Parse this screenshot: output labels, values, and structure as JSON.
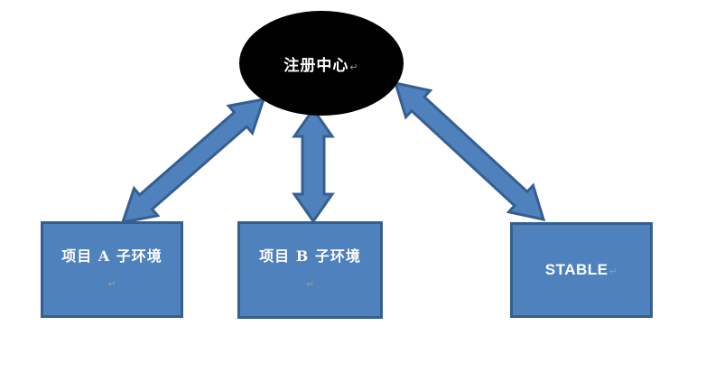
{
  "diagram": {
    "center": {
      "label": "注册中心",
      "return_mark": "↵"
    },
    "nodes": [
      {
        "id": "project-a-env",
        "label": "项目 A 子环境",
        "return_mark": "↵"
      },
      {
        "id": "project-b-env",
        "label": "项目 B 子环境",
        "return_mark": "↵"
      },
      {
        "id": "stable-env",
        "label": "STABLE",
        "return_mark": "↵"
      }
    ],
    "connections": [
      {
        "from": "registry-center",
        "to": "project-a-env",
        "type": "bidirectional-arrow"
      },
      {
        "from": "registry-center",
        "to": "project-b-env",
        "type": "bidirectional-arrow"
      },
      {
        "from": "registry-center",
        "to": "stable-env",
        "type": "bidirectional-arrow"
      }
    ],
    "colors": {
      "background": "#FFFFFF",
      "center_fill": "#000000",
      "node_fill": "#4F81BD",
      "node_border": "#365F91",
      "arrow_fill": "#4F81BD",
      "arrow_outline": "#365F91",
      "text": "#FFFFFF",
      "return_mark": "#9A9A9A"
    }
  }
}
